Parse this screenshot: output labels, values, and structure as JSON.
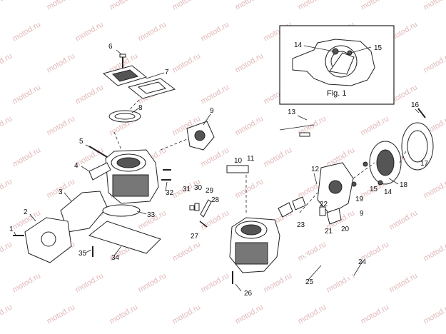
{
  "watermark": {
    "text": "motod.ru",
    "color": "#e2b9b9"
  },
  "inset": {
    "label": "Fig. 1",
    "callouts": [
      "14",
      "15"
    ]
  },
  "callouts": {
    "c1": "1",
    "c2": "2",
    "c3": "3",
    "c4": "4",
    "c5": "5",
    "c6": "6",
    "c7": "7",
    "c8": "8",
    "c9a": "9",
    "c9b": "9",
    "c10": "10",
    "c11": "11",
    "c12": "12",
    "c13": "13",
    "c14": "14",
    "c15": "15",
    "c16": "16",
    "c17": "17",
    "c18": "18",
    "c19": "19",
    "c20": "20",
    "c21": "21",
    "c22": "22",
    "c23": "23",
    "c24": "24",
    "c25": "25",
    "c26": "26",
    "c27": "27",
    "c28": "28",
    "c29": "29",
    "c30": "30",
    "c31": "31",
    "c32": "32",
    "c33": "33",
    "c34": "34",
    "c35": "35"
  }
}
